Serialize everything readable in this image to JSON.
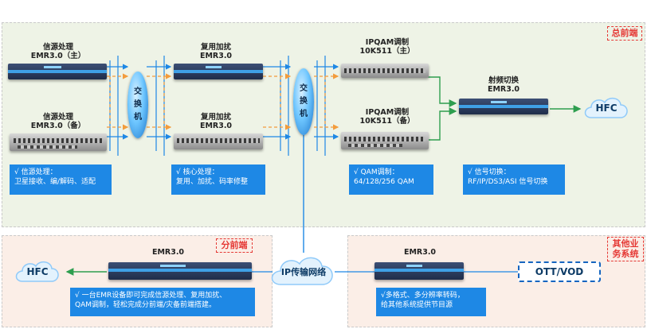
{
  "regions": {
    "headend": {
      "tag": "总前端"
    },
    "branch": {
      "tag": "分前端"
    },
    "other": {
      "tag_line1": "其他业",
      "tag_line2": "务系统"
    }
  },
  "devices": {
    "source_main": {
      "line1": "信源处理",
      "line2": "EMR3.0（主）"
    },
    "source_backup": {
      "line1": "信源处理",
      "line2": "EMR3.0（备）"
    },
    "mux_main": {
      "line1": "复用加扰",
      "line2": "EMR3.0"
    },
    "mux_backup": {
      "line1": "复用加扰",
      "line2": "EMR3.0"
    },
    "ipqam_main": {
      "line1": "IPQAM调制",
      "line2": "10K511（主）"
    },
    "ipqam_backup": {
      "line1": "IPQAM调制",
      "line2": "10K511（备）"
    },
    "rf_switch": {
      "line1": "射频切换",
      "line2": "EMR3.0"
    },
    "branch_emr": {
      "line1": "EMR3.0"
    },
    "other_emr": {
      "line1": "EMR3.0"
    }
  },
  "switches": {
    "switch1": [
      "交",
      "换",
      "机"
    ],
    "switch2": [
      "交",
      "换",
      "机"
    ]
  },
  "clouds": {
    "hfc_top": "HFC",
    "hfc_bottom": "HFC",
    "ip_network": "IP传输网络"
  },
  "ott": {
    "label": "OTT/VOD"
  },
  "info_boxes": {
    "source": [
      "√ 信源处理：",
      "卫星接收、编/解码、适配"
    ],
    "core": [
      "√ 核心处理：",
      "复用、加扰、码率修整"
    ],
    "qam": [
      "√ QAM调制：",
      "64/128/256 QAM"
    ],
    "signal": [
      "√ 信号切换：",
      "RF/IP/DS3/ASI 信号切换"
    ],
    "branch": [
      "√ 一台EMR设备即可完成信源处理、复用加扰、",
      "QAM调制，轻松完成分前端/灾备前端搭建。"
    ],
    "other": [
      "√多格式、多分辨率转码，",
      "给其他系统提供节目源"
    ]
  },
  "colors": {
    "headend_bg": "#eef3e6",
    "branch_bg": "#fbeee7",
    "info_box": "#1e88e5",
    "orange_line": "#f39c3c",
    "blue_line": "#1e88e5",
    "green_line": "#2e9e4f",
    "tag_red": "#e53935"
  }
}
